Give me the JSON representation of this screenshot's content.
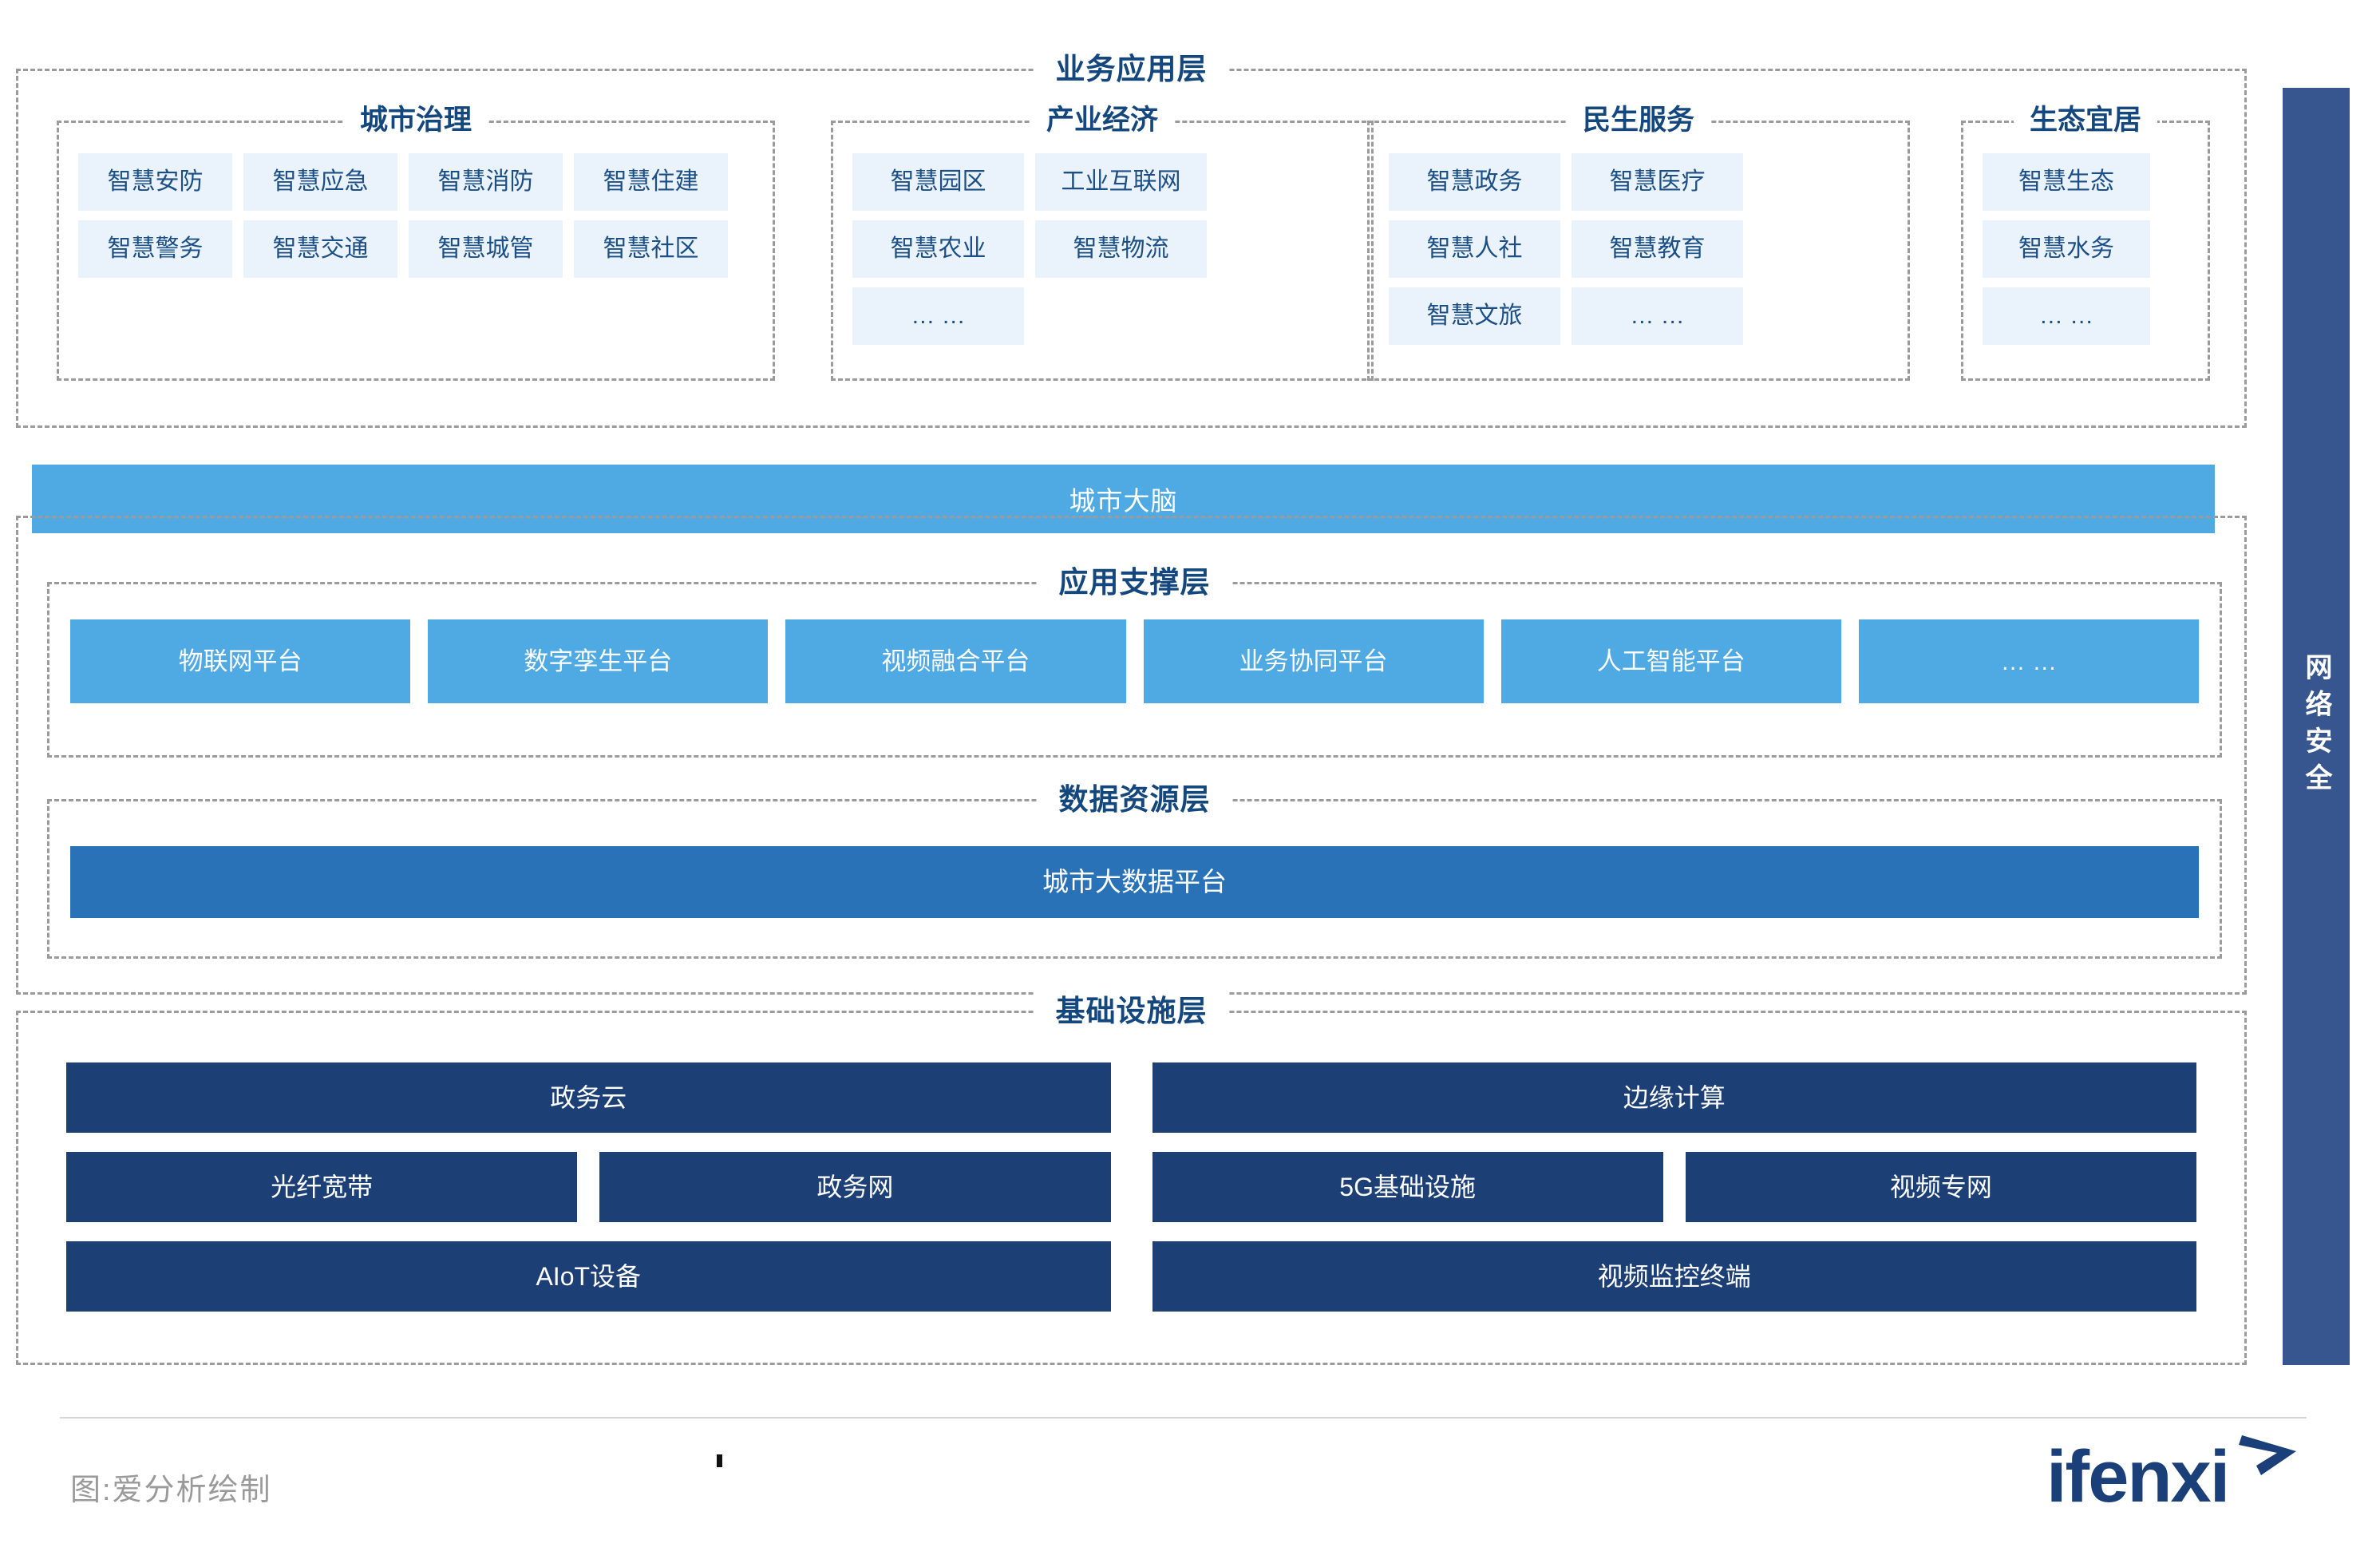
{
  "colors": {
    "dark_navy": "#1c3f75",
    "title_navy": "#14477d",
    "mid_blue": "#2a72b8",
    "light_blue": "#4fa9e2",
    "chip_bg": "#eaf2fb",
    "rail_blue": "#37558f",
    "dashed_gray": "#9b9b9b",
    "footer_gray": "#9a9a9a"
  },
  "business_layer": {
    "title": "业务应用层",
    "groups": [
      {
        "title": "城市治理",
        "items": [
          "智慧安防",
          "智慧应急",
          "智慧消防",
          "智慧住建",
          "智慧警务",
          "智慧交通",
          "智慧城管",
          "智慧社区"
        ]
      },
      {
        "title": "产业经济",
        "items": [
          "智慧园区",
          "工业互联网",
          "智慧农业",
          "智慧物流",
          "… …"
        ]
      },
      {
        "title": "民生服务",
        "items": [
          "智慧政务",
          "智慧医疗",
          "智慧人社",
          "智慧教育",
          "智慧文旅",
          "… …"
        ]
      },
      {
        "title": "生态宜居",
        "items": [
          "智慧生态",
          "智慧水务",
          "… …"
        ]
      }
    ]
  },
  "city_brain": {
    "label": "城市大脑"
  },
  "support_layer": {
    "title": "应用支撑层",
    "platforms": [
      "物联网平台",
      "数字孪生平台",
      "视频融合平台",
      "业务协同平台",
      "人工智能平台",
      "… …"
    ]
  },
  "data_layer": {
    "title": "数据资源层",
    "platform": "城市大数据平台"
  },
  "infra_layer": {
    "title": "基础设施层",
    "left_column": {
      "top": "政务云",
      "middle": [
        "光纤宽带",
        "政务网"
      ],
      "bottom": "AIoT设备"
    },
    "right_column": {
      "top": "边缘计算",
      "middle": [
        "5G基础设施",
        "视频专网"
      ],
      "bottom": "视频监控终端"
    }
  },
  "security_rail": {
    "label": "网络安全"
  },
  "footer": {
    "note": "图:爱分析绘制",
    "logo_text": "ifenxi"
  }
}
